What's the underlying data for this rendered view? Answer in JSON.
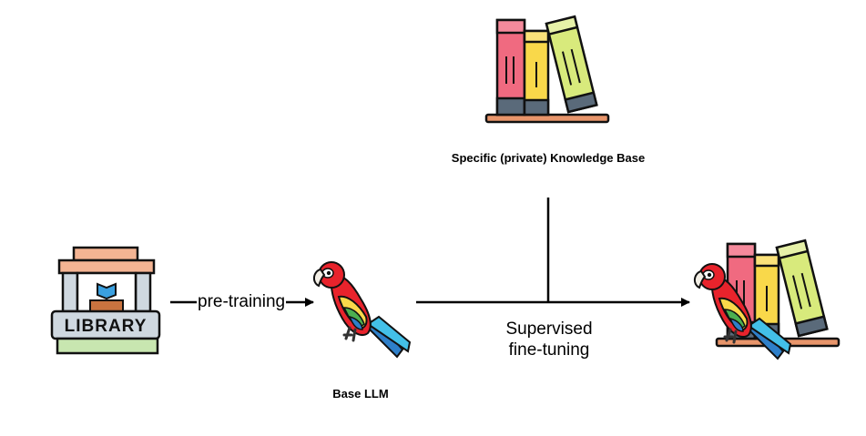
{
  "nodes": {
    "library": {
      "icon": "library-building-icon",
      "sign_text": "LIBRARY"
    },
    "knowledge_base": {
      "icon": "books-icon",
      "label": "Specific (private) Knowledge Base"
    },
    "base_llm": {
      "icon": "parrot-icon",
      "label": "Base LLM"
    },
    "fine_tuned_llm": {
      "icon": "parrot-with-books-icon"
    }
  },
  "edges": {
    "pre_training": {
      "label": "pre-training"
    },
    "supervised_fine_tuning": {
      "label": "Supervised fine-tuning"
    }
  },
  "colors": {
    "line": "#000000",
    "book_red": "#f06a80",
    "book_yellow": "#f9d84a",
    "book_green": "#d8ea7c",
    "shelf": "#e8956b",
    "parrot_red": "#e8232c",
    "library_roof": "#f4b493"
  }
}
